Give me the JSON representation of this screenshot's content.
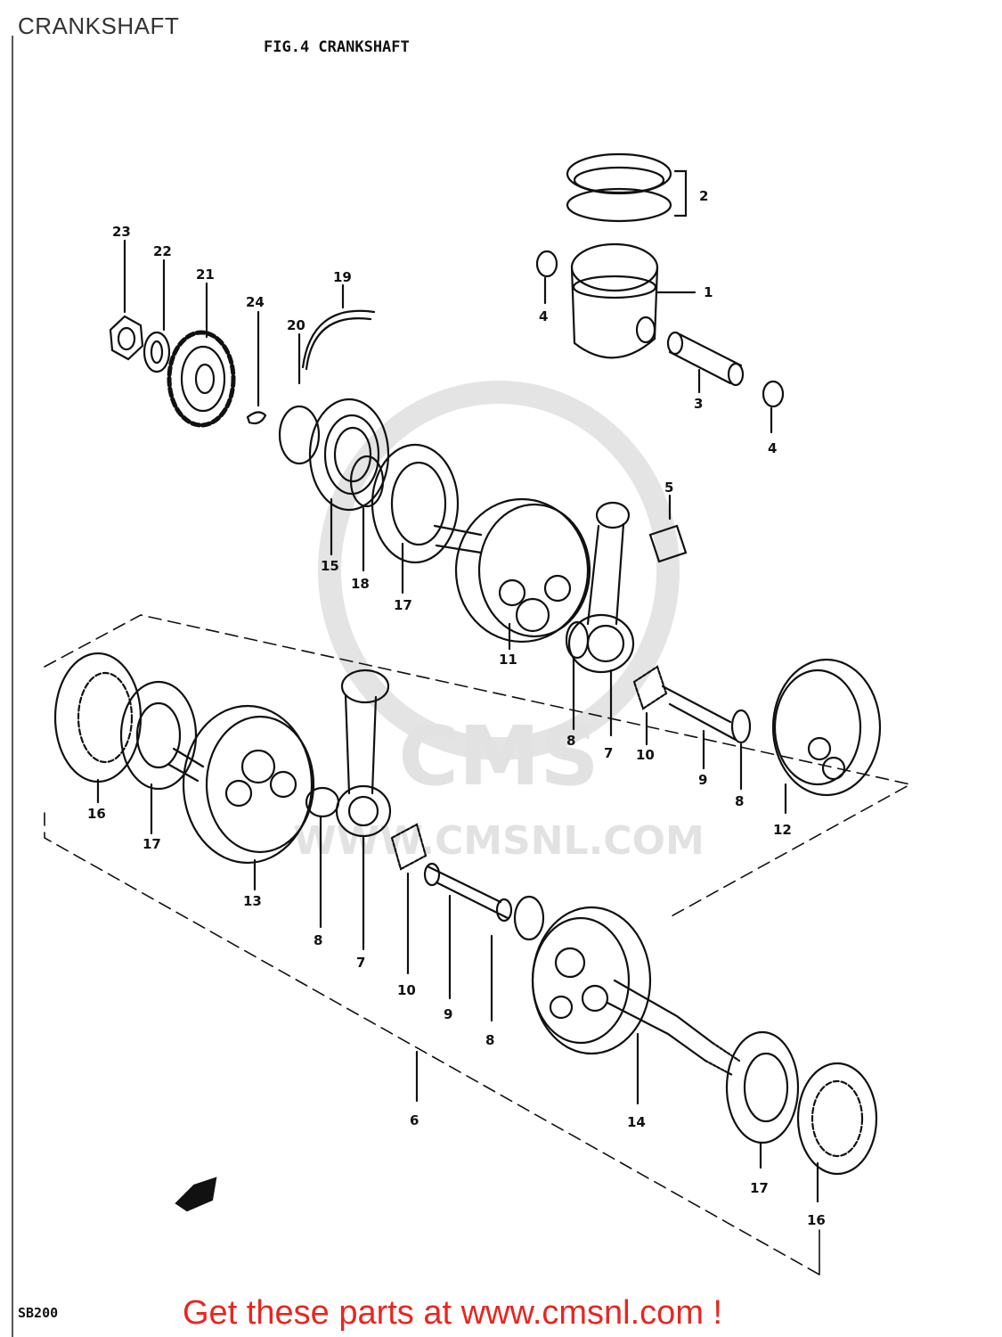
{
  "page": {
    "title": "CRANKSHAFT",
    "footer_cta": "Get these parts at www.cmsnl.com !",
    "colors": {
      "cta": "#e8261f",
      "title": "#333333",
      "ink": "#111111",
      "watermark": "#e2e2e2"
    }
  },
  "diagram": {
    "figure_title": "FIG.4  CRANKSHAFT",
    "model_code": "SB200",
    "watermark_brand": "CMS",
    "watermark_url": "WWW.CMSNL.COM",
    "callouts": [
      "1",
      "2",
      "3",
      "4",
      "4",
      "5",
      "6",
      "7",
      "7",
      "8",
      "8",
      "8",
      "8",
      "9",
      "9",
      "10",
      "10",
      "11",
      "12",
      "13",
      "14",
      "15",
      "16",
      "16",
      "17",
      "17",
      "17",
      "18",
      "19",
      "20",
      "21",
      "22",
      "23",
      "24"
    ]
  }
}
